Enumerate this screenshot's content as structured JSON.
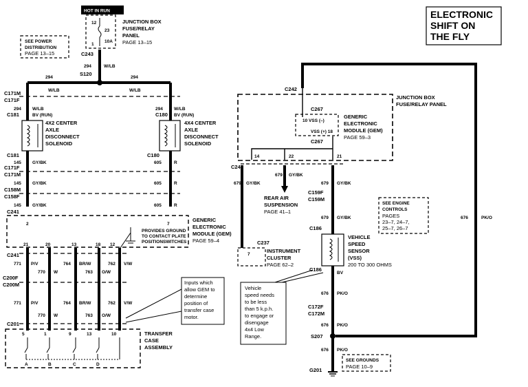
{
  "title": [
    "ELECTRONIC",
    "SHIFT ON",
    "THE FLY"
  ],
  "hot_in_run": "HOT IN RUN",
  "junction_box_top": {
    "label": [
      "JUNCTION BOX",
      "FUSE/RELAY",
      "PANEL"
    ],
    "page": "PAGE 13–15",
    "fuse_top": "12",
    "fuse_amp": "23",
    "fuse_bottom": "1",
    "fuse_id": "10A"
  },
  "see_power": [
    "SEE POWER",
    "DISTRIBUTION",
    "PAGE 13–15"
  ],
  "left_circuit": {
    "c243": "C243",
    "w294": "294",
    "wlb": "W/LB",
    "s120": "S120",
    "c171m": "C171M",
    "c171f": "C171F",
    "c181": "C181",
    "c180": "C180",
    "bv_run": "BV (RUN)",
    "sol_4x2": [
      "4X2 CENTER",
      "AXLE",
      "DISCONNECT",
      "SOLENOID"
    ],
    "sol_4x4": [
      "4X4 CENTER",
      "AXLE",
      "DISCONNECT",
      "SOLENOID"
    ],
    "w145": "145",
    "gybk": "GY/BK",
    "w605": "605",
    "r": "R",
    "c158m": "C158M",
    "c158f": "C158F",
    "c241": "C241"
  },
  "gem_left": {
    "label": [
      "GENERIC",
      "ELECTRONIC",
      "MODULE (GEM)"
    ],
    "page": "PAGE 59–4",
    "pin2": "2",
    "pin7": "7",
    "pins": [
      "21",
      "20",
      "13",
      "18",
      "12"
    ],
    "ground_note": [
      "PROVIDES GROUND",
      "TO CONTACT PLATE",
      "POSITIONSWITCHES"
    ]
  },
  "switch_wires": [
    {
      "num": "771",
      "color": "P/V"
    },
    {
      "num": "770",
      "color": "W"
    },
    {
      "num": "764",
      "color": "BR/W"
    },
    {
      "num": "763",
      "color": "O/W"
    },
    {
      "num": "762",
      "color": "V/W"
    }
  ],
  "connectors_mid": {
    "c200f": "C200F",
    "c200m": "C200M",
    "c201": "C201"
  },
  "inputs_note": [
    "Inputs which",
    "allow GEM to",
    "determine",
    "position of",
    "transfer case",
    "motor."
  ],
  "transfer_case": {
    "label": [
      "TRANSFER",
      "CASE",
      "ASSEMBLY"
    ],
    "pins": [
      "5",
      "1",
      "9",
      "13",
      "10"
    ],
    "contacts": [
      "A",
      "B",
      "C",
      "D"
    ]
  },
  "junction_box_right": {
    "label": [
      "JUNCTION BOX",
      "FUSE/RELAY PANEL"
    ],
    "c242": "C242",
    "c267": "C267",
    "c267b": "C267",
    "vss_neg": "10 VSS (–)",
    "vss_pos": "VSS (+) 18",
    "pins": [
      "14",
      "22",
      "21"
    ]
  },
  "gem_right": {
    "label": [
      "GENERIC",
      "ELECTRONIC",
      "MODULE (GEM)"
    ],
    "page": "PAGE 59–3"
  },
  "right_circuit": {
    "c243": "C243",
    "w679": "679",
    "gybk": "GY/BK",
    "rear_air": [
      "REAR AIR",
      "SUSPENSION"
    ],
    "rear_air_page": "PAGE 41–1",
    "c159f": "C159F",
    "c159m": "C159M",
    "c186": "C186",
    "c186b": "C186",
    "c237": "C237",
    "w676": "676",
    "pko": "PK/O",
    "bv": "BV",
    "c172f": "C172F",
    "c172m": "C172M",
    "s207": "S207",
    "g201": "G201"
  },
  "instrument_cluster": {
    "pin": "7",
    "label": [
      "INSTRUMENT",
      "CLUSTER"
    ],
    "page": "PAGE 62–2"
  },
  "see_engine": [
    "SEE ENGINE",
    "CONTROLS",
    "PAGES",
    "23–7, 24–7,",
    "25–7, 26–7"
  ],
  "vss": {
    "label": [
      "VEHICLE",
      "SPEED",
      "SENSOR",
      "(VSS)"
    ],
    "ohms": "200 TO 300 OHMS"
  },
  "vehicle_note": [
    "Vehicle",
    "speed needs",
    "to be less",
    "than 5 k.p.h.",
    "to engage or",
    "disengage",
    "4x4 Low",
    "Range."
  ],
  "see_grounds": [
    "SEE GROUNDS",
    "PAGE 10–9"
  ]
}
